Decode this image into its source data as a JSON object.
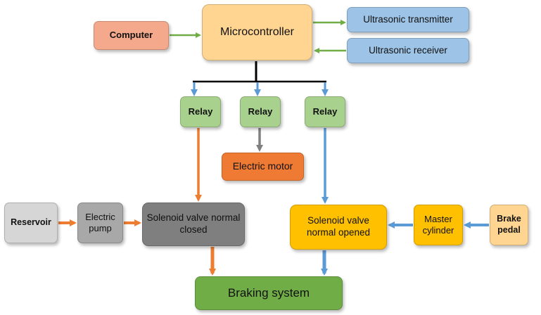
{
  "nodes": {
    "computer": "Computer",
    "microcontroller": "Microcontroller",
    "ultrasonic_transmitter": "Ultrasonic transmitter",
    "ultrasonic_receiver": "Ultrasonic receiver",
    "relay_1": "Relay",
    "relay_2": "Relay",
    "relay_3": "Relay",
    "electric_motor": "Electric motor",
    "reservoir": "Reservoir",
    "electric_pump": "Electric pump",
    "solenoid_closed": "Solenoid valve normal closed",
    "solenoid_opened": "Solenoid valve normal opened",
    "master_cylinder": "Master cylinder",
    "brake_pedal": "Brake pedal",
    "braking_system": "Braking system"
  },
  "colors": {
    "green_arrow": "#70ad47",
    "blue_arrow": "#5b9bd5",
    "orange_arrow": "#ed7d31",
    "gray_arrow": "#808080",
    "bus_line": "#000000"
  }
}
